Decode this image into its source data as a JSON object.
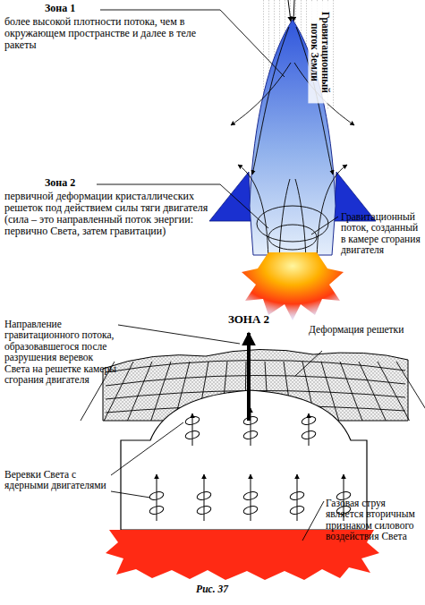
{
  "diagram": {
    "caption": "Рис. 37",
    "labels": [
      "Зона 1",
      "более высокой плотности потока, чем в окружающем пространстве и далее в теле ракеты",
      "Гравитационный поток Земли",
      "Зона 2",
      "первичной деформации кристаллических решеток под действием силы тяги двигателя (сила – это направленный поток энергии: первично Света, затем гравитации)",
      "Гравитационный поток, созданный в камере сгорания двигателя",
      "ЗОНА 2",
      "Направление гравитационного потока, образовавшегося после разрушения веревок Света на решетке камеры сгорания двигателя",
      "Деформация решетки",
      "Веревки Света с ядерными двигателями",
      "Газовая струя является вторичным признаком силового воздействия Света"
    ]
  }
}
